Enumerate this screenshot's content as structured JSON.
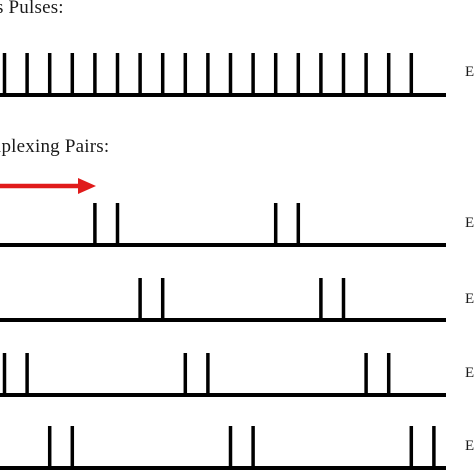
{
  "headings": {
    "continuous": "s Pulses:",
    "multiplexing": "iplexing Pairs:"
  },
  "row_tags": [
    "E",
    "E",
    "E",
    "E",
    "E"
  ],
  "colors": {
    "trace": "#000000",
    "arrow": "#e01b1b"
  },
  "pulse_trains": [
    {
      "name": "continuous-pulses",
      "tag": "E",
      "pulses": [
        0,
        1,
        2,
        3,
        4,
        5,
        6,
        7,
        8,
        9,
        10,
        11,
        12,
        13,
        14,
        15,
        16,
        17,
        18
      ]
    },
    {
      "name": "multiplexed-pair-1",
      "tag": "E",
      "pulses": [
        4,
        5,
        12,
        13
      ]
    },
    {
      "name": "multiplexed-pair-2",
      "tag": "E",
      "pulses": [
        6,
        7,
        14,
        15
      ]
    },
    {
      "name": "multiplexed-pair-3",
      "tag": "E",
      "pulses": [
        0,
        1,
        8,
        9,
        16,
        17
      ]
    },
    {
      "name": "multiplexed-pair-4",
      "tag": "E",
      "pulses": [
        2,
        3,
        10,
        11,
        18,
        19
      ]
    }
  ],
  "arrow": {
    "icon": "arrow-right-icon",
    "direction": "right"
  }
}
